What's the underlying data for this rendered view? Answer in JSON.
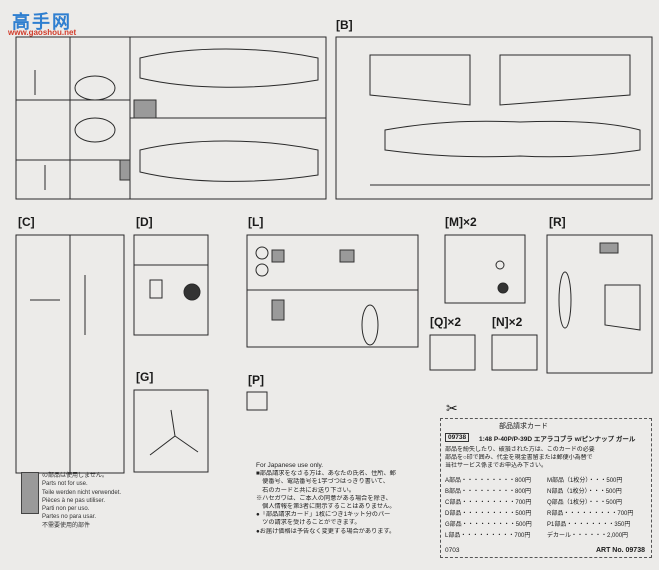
{
  "watermark": {
    "title": "高手网",
    "url": "www.gaoshou.net"
  },
  "sections": {
    "A": "",
    "B": "[B]",
    "C": "[C]",
    "D": "[D]",
    "L": "[L]",
    "M": "[M]×2",
    "R": "[R]",
    "Q": "[Q]×2",
    "N": "[N]×2",
    "G": "[G]",
    "P": "[P]"
  },
  "legend": {
    "title": "の部品は使用しません。",
    "lines": [
      "Parts not for use.",
      "Teile werden nicht verwendet.",
      "Pièces à ne pas utiliser.",
      "Parti non per uso.",
      "Partes no para usar.",
      "不需要使用的部件"
    ]
  },
  "notes": {
    "header": "For Japanese use only.",
    "lines": [
      "■部品請求をなさる方は、あなたの氏名、住所、郵",
      "　便番号、電話番号を1字づつはっきり書いて、",
      "　右のカードと共にお送り下さい。",
      "※ハセガワは、ご本人の同意がある場合を除き、",
      "　個人情報を第3者に開示することはありません。",
      "●「部品請求カード」1枚につき1キット分のパー",
      "　ツの請求を受けることができます。",
      "●お届け価格は予告なく変更する場合があります。"
    ]
  },
  "card": {
    "title": "部品請求カード",
    "code": "09738",
    "name": "1:48 P-40P/P-39D エアラコブラ w/ピンナップ ガール",
    "desc": [
      "部品を紛失したり、破損された方は、このカードの必要",
      "部品を○印で囲み、代金を現金書留または郵便小為替で",
      "当社サービス係までお申込み下さい。"
    ],
    "left_prices": [
      [
        "A部品",
        "800円"
      ],
      [
        "B部品",
        "800円"
      ],
      [
        "C部品",
        "700円"
      ],
      [
        "D部品",
        "500円"
      ],
      [
        "G部品",
        "500円"
      ],
      [
        "L部品",
        "700円"
      ]
    ],
    "right_prices": [
      [
        "M部品（1枚分）",
        "500円"
      ],
      [
        "N部品（1枚分）",
        "500円"
      ],
      [
        "Q部品（1枚分）",
        "500円"
      ],
      [
        "R部品",
        "700円"
      ],
      [
        "P1部品",
        "350円"
      ],
      [
        "デカール",
        "2,000円"
      ]
    ],
    "footer_left": "0703",
    "footer_right": "ART No. 09738"
  },
  "colors": {
    "paper": "#ecebe9",
    "ink": "#1a1a1a",
    "unused": "#9a9a9a",
    "accent": "#2f7fd0"
  }
}
